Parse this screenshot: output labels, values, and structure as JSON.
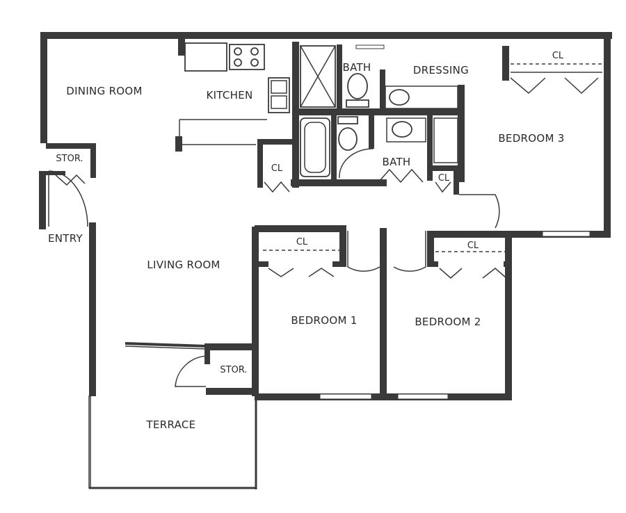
{
  "rooms": {
    "dining_room": "DINING ROOM",
    "kitchen": "KITCHEN",
    "bath_top": "BATH",
    "dressing": "DRESSING",
    "closet_bedroom3": "CL",
    "bedroom3": "BEDROOM 3",
    "storage_entry": "STOR.",
    "closet_hall": "CL",
    "bath_mid": "BATH",
    "closet_bath": "CL",
    "entry": "ENTRY",
    "living_room": "LIVING ROOM",
    "closet_bedroom1": "CL",
    "closet_bedroom2": "CL",
    "bedroom1": "BEDROOM 1",
    "bedroom2": "BEDROOM 2",
    "storage_terrace": "STOR.",
    "terrace": "TERRACE"
  }
}
